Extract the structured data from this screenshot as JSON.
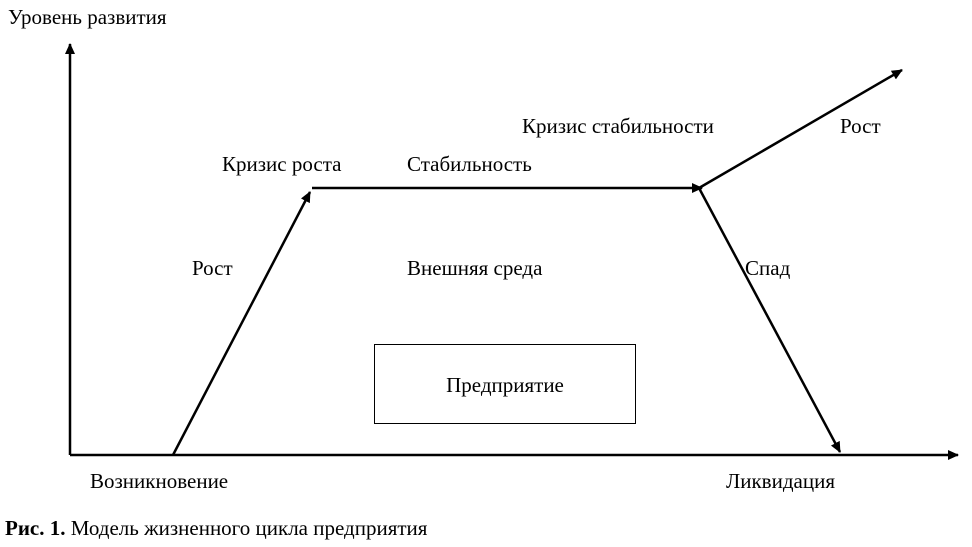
{
  "labels": {
    "y_axis": "Уровень развития",
    "growth_crisis": "Кризис роста",
    "stability": "Стабильность",
    "stability_crisis": "Кризис стабильности",
    "growth_left": "Рост",
    "growth_right": "Рост",
    "external_env": "Внешняя среда",
    "decline": "Спад",
    "emergence": "Возникновение",
    "liquidation": "Ликвидация"
  },
  "box": {
    "label": "Предприятие"
  },
  "caption": {
    "prefix": "Рис. 1.",
    "text": " Модель жизненного цикла предприятия"
  }
}
